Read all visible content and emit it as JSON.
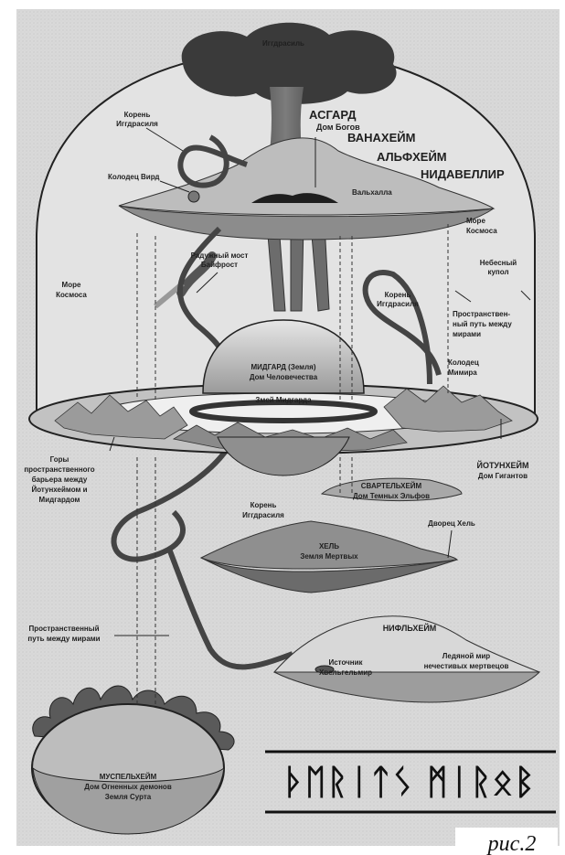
{
  "labels": {
    "yggdrasil": "Иггдрасиль",
    "root_top": [
      "Корень",
      "Иггдрасиля"
    ],
    "asgard": [
      "АСГАРД",
      "Дом Богов"
    ],
    "vanaheim": "ВАНАХЕЙМ",
    "alfheim": "АЛЬФХЕЙМ",
    "nidavellir": "НИДАВЕЛЛИР",
    "well_urd": "Колодец Вирд",
    "valhalla": "Вальхалла",
    "sea_right": [
      "Море",
      "Космоса"
    ],
    "sea_left": [
      "Море",
      "Космоса"
    ],
    "bifrost": [
      "Радужный мост",
      "Байфрост"
    ],
    "dome": [
      "Небесный",
      "купол"
    ],
    "root_mid": [
      "Корень",
      "Иггдрасиля"
    ],
    "path_right": [
      "Пространствен-",
      "ный путь между",
      "мирами"
    ],
    "midgard": [
      "МИДГАРД (Земля)",
      "Дом Человечества"
    ],
    "well_mimir": [
      "Колодец",
      "Мимира"
    ],
    "serpent": "Змей Мидгарда",
    "mountains": [
      "Горы",
      "пространственного",
      "барьера между",
      "Йотунхеймом и",
      "Мидгардом"
    ],
    "jotunheim": [
      "ЙОТУНХЕЙМ",
      "Дом Гигантов"
    ],
    "svartalfheim": [
      "СВАРТЕЛЬХЕЙМ",
      "Дом Темных Эльфов"
    ],
    "root_low": [
      "Корень",
      "Иггдрасиля"
    ],
    "hel_palace": "Дворец Хель",
    "hel": [
      "ХЕЛЬ",
      "Земля Мертвых"
    ],
    "path_left": [
      "Пространственный",
      "путь между мирами"
    ],
    "niflheim": "НИФЛЬХЕЙМ",
    "spring": [
      "Источник",
      "Хвельгельмир"
    ],
    "ice_world": [
      "Ледяной мир",
      "нечестивых мертвецов"
    ],
    "muspelheim": [
      "МУСПЕЛЬХЕЙМ",
      "Дом Огненных демонов",
      "Земля Сурта"
    ]
  },
  "title_runes": "ᚦᛖᚱᛁᛏᛊ ᛗᛁᚱᛟᛒ",
  "caption": "рис.2"
}
